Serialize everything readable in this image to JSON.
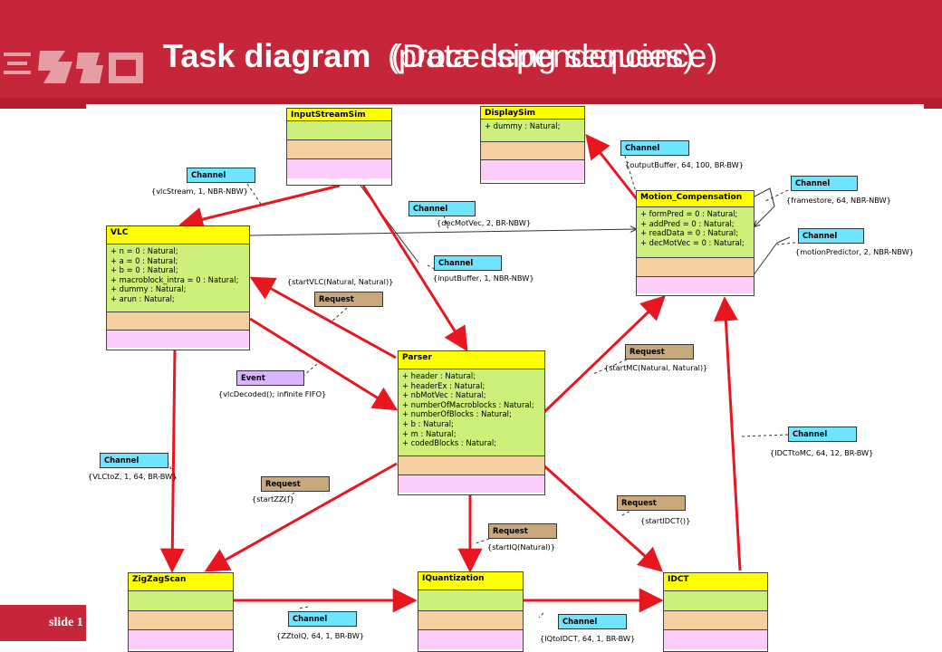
{
  "header": {
    "title_main": "Task diagram",
    "title_overlay_a": "(Data dependencies)",
    "title_overlay_b": "(processing sequence)"
  },
  "footer": {
    "slide_label": "slide 1"
  },
  "colors": {
    "header_red": "#c5263a",
    "class_header": "#ffff00",
    "class_attrs": "#ccf07a",
    "class_ops": "#f5cfa0",
    "class_foot": "#fdcdfa",
    "channel": "#6fe4ff",
    "request": "#c9a87a",
    "event": "#d9b5ff",
    "arrow_red": "#e8161f"
  },
  "classes": {
    "input_stream_sim": {
      "name": "InputStreamSim",
      "attrs": []
    },
    "display_sim": {
      "name": "DisplaySim",
      "attrs": [
        "+ dummy : Natural;"
      ]
    },
    "vlc": {
      "name": "VLC",
      "attrs": [
        "+ n = 0 : Natural;",
        "+ a = 0 : Natural;",
        "+ b = 0 : Natural;",
        "+ macroblock_intra = 0 : Natural;",
        "+ dummy : Natural;",
        "+ arun : Natural;"
      ]
    },
    "motion_compensation": {
      "name": "Motion_Compensation",
      "attrs": [
        "+ formPred = 0 : Natural;",
        "+ addPred = 0 : Natural;",
        "+ readData = 0 : Natural;",
        "+ decMotVec = 0 : Natural;"
      ]
    },
    "parser": {
      "name": "Parser",
      "attrs": [
        "+ header : Natural;",
        "+ headerEx : Natural;",
        "+ nbMotVec : Natural;",
        "+ numberOfMacroblocks : Natural;",
        "+ numberOfBlocks : Natural;",
        "+ b : Natural;",
        "+ m : Natural;",
        "+ codedBlocks : Natural;"
      ]
    },
    "zigzag_scan": {
      "name": "ZigZagScan",
      "attrs": []
    },
    "iquantization": {
      "name": "IQuantization",
      "attrs": []
    },
    "idct": {
      "name": "IDCT",
      "attrs": []
    }
  },
  "tags": {
    "ch_vlc_stream": {
      "kind": "Channel",
      "params": "{vlcStream, 1, NBR-NBW}"
    },
    "ch_dec_mot_vec": {
      "kind": "Channel",
      "params": "{decMotVec, 2, BR-NBW}"
    },
    "ch_output_buffer": {
      "kind": "Channel",
      "params": "{outputBuffer, 64, 100, BR-BW}"
    },
    "ch_framestore": {
      "kind": "Channel",
      "params": "{framestore, 64, NBR-NBW}"
    },
    "ch_motion_predictor": {
      "kind": "Channel",
      "params": "{motionPredictor, 2, NBR-NBW}"
    },
    "ch_input_buffer": {
      "kind": "Channel",
      "params": "{inputBuffer, 1, NBR-NBW}"
    },
    "req_start_vlc": {
      "kind": "Request",
      "params": "{startVLC(Natural, Natural)}"
    },
    "ev_vlc_decoded": {
      "kind": "Event",
      "params": "{vlcDecoded(); infinite FIFO}"
    },
    "req_start_mc": {
      "kind": "Request",
      "params": "{startMC(Natural, Natural)}"
    },
    "ch_vlc_to_z": {
      "kind": "Channel",
      "params": "{VLCtoZ, 1, 64, BR-BW}"
    },
    "ch_idct_to_mc": {
      "kind": "Channel",
      "params": "{IDCTtoMC, 64, 12, BR-BW}"
    },
    "req_start_zz": {
      "kind": "Request",
      "params": "{startZZ()}"
    },
    "req_start_idct": {
      "kind": "Request",
      "params": "{startIDCT()}"
    },
    "req_start_iq": {
      "kind": "Request",
      "params": "{startIQ(Natural)}"
    },
    "ch_zz_to_iq": {
      "kind": "Channel",
      "params": "{ZZtoIQ, 64, 1, BR-BW}"
    },
    "ch_iq_to_idct": {
      "kind": "Channel",
      "params": "{IQtoIDCT, 64, 1, BR-BW}"
    }
  }
}
